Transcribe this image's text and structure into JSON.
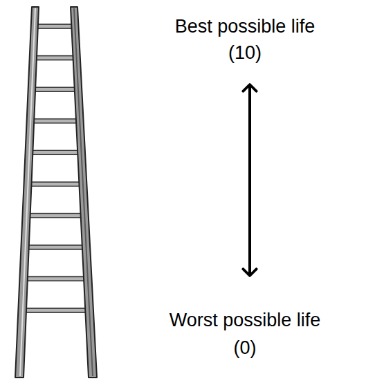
{
  "diagram": {
    "labels": [
      "Best possible life",
      "(10)",
      "Worst possible life",
      "(0)"
    ]
  }
}
